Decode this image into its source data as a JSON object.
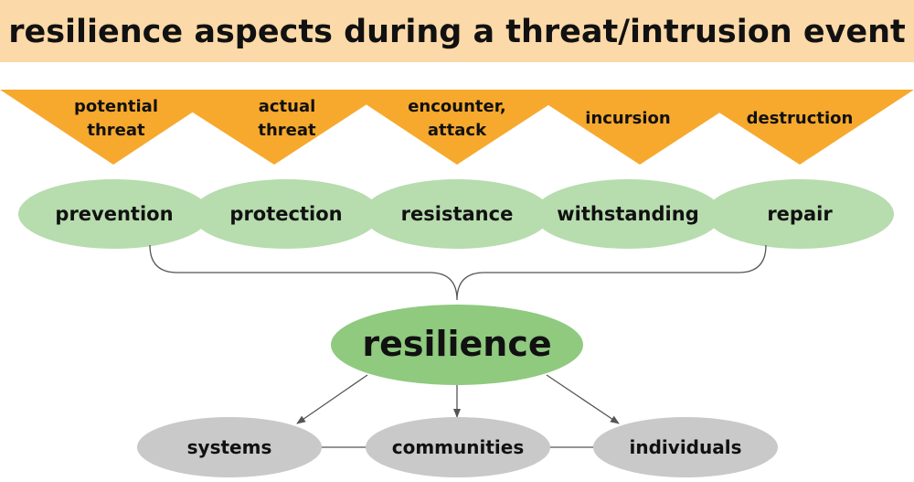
{
  "title": "resilience aspects during a threat/intrusion event",
  "colors": {
    "title_bg": "#fbd9a8",
    "triangle": "#f7a92e",
    "ellipse_green": "#b7dcae",
    "resilience_green": "#8fca7f",
    "grey": "#c9c9c9",
    "connector": "#555555"
  },
  "phases": [
    {
      "line1": "potential",
      "line2": "threat"
    },
    {
      "line1": "actual",
      "line2": "threat"
    },
    {
      "line1": "encounter,",
      "line2": "attack"
    },
    {
      "line1": "incursion",
      "line2": ""
    },
    {
      "line1": "destruction",
      "line2": ""
    }
  ],
  "aspects": [
    "prevention",
    "protection",
    "resistance",
    "withstanding",
    "repair"
  ],
  "center": "resilience",
  "levels": [
    "systems",
    "communities",
    "individuals"
  ]
}
